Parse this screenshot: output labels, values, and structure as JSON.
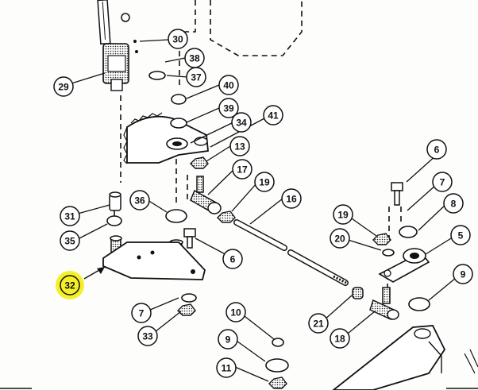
{
  "diagram": {
    "highlight_color": "#f5ef2a",
    "ink_color": "#111111",
    "callouts": [
      {
        "id": "c30",
        "label": "30"
      },
      {
        "id": "c38",
        "label": "38"
      },
      {
        "id": "c37",
        "label": "37"
      },
      {
        "id": "c29",
        "label": "29"
      },
      {
        "id": "c40",
        "label": "40"
      },
      {
        "id": "c39",
        "label": "39"
      },
      {
        "id": "c34",
        "label": "34"
      },
      {
        "id": "c41",
        "label": "41"
      },
      {
        "id": "c13",
        "label": "13"
      },
      {
        "id": "c17",
        "label": "17"
      },
      {
        "id": "c19a",
        "label": "19"
      },
      {
        "id": "c16",
        "label": "16"
      },
      {
        "id": "c36",
        "label": "36"
      },
      {
        "id": "c31",
        "label": "31"
      },
      {
        "id": "c35",
        "label": "35"
      },
      {
        "id": "c32",
        "label": "32"
      },
      {
        "id": "c6a",
        "label": "6"
      },
      {
        "id": "c7a",
        "label": "7"
      },
      {
        "id": "c33",
        "label": "33"
      },
      {
        "id": "c10",
        "label": "10"
      },
      {
        "id": "c9a",
        "label": "9"
      },
      {
        "id": "c11",
        "label": "11"
      },
      {
        "id": "c6b",
        "label": "6"
      },
      {
        "id": "c7b",
        "label": "7"
      },
      {
        "id": "c8",
        "label": "8"
      },
      {
        "id": "c19b",
        "label": "19"
      },
      {
        "id": "c20",
        "label": "20"
      },
      {
        "id": "c5",
        "label": "5"
      },
      {
        "id": "c9b",
        "label": "9"
      },
      {
        "id": "c21",
        "label": "21"
      },
      {
        "id": "c18",
        "label": "18"
      }
    ],
    "highlighted_callout": "c32"
  }
}
